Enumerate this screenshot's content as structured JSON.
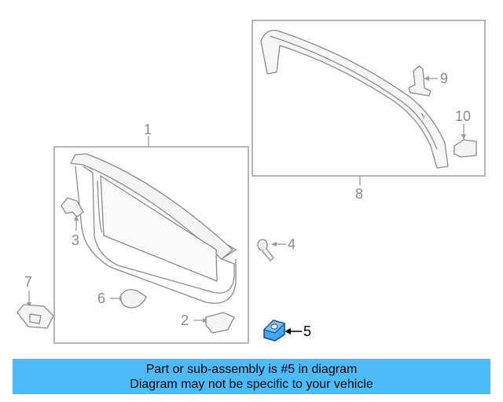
{
  "callouts": {
    "c1": "1",
    "c2": "2",
    "c3": "3",
    "c4": "4",
    "c5": "5",
    "c6": "6",
    "c7": "7",
    "c8": "8",
    "c9": "9",
    "c10": "10"
  },
  "highlighted_part": "5",
  "banner": {
    "line1": "Part or sub-assembly is #5 in diagram",
    "line2": "Diagram may not be specific to your vehicle"
  },
  "colors": {
    "banner_bg": "#4dbbf7",
    "highlight_fill": "#42a5f5",
    "line": "#9a9a9a",
    "box": "#b5b5b5"
  }
}
